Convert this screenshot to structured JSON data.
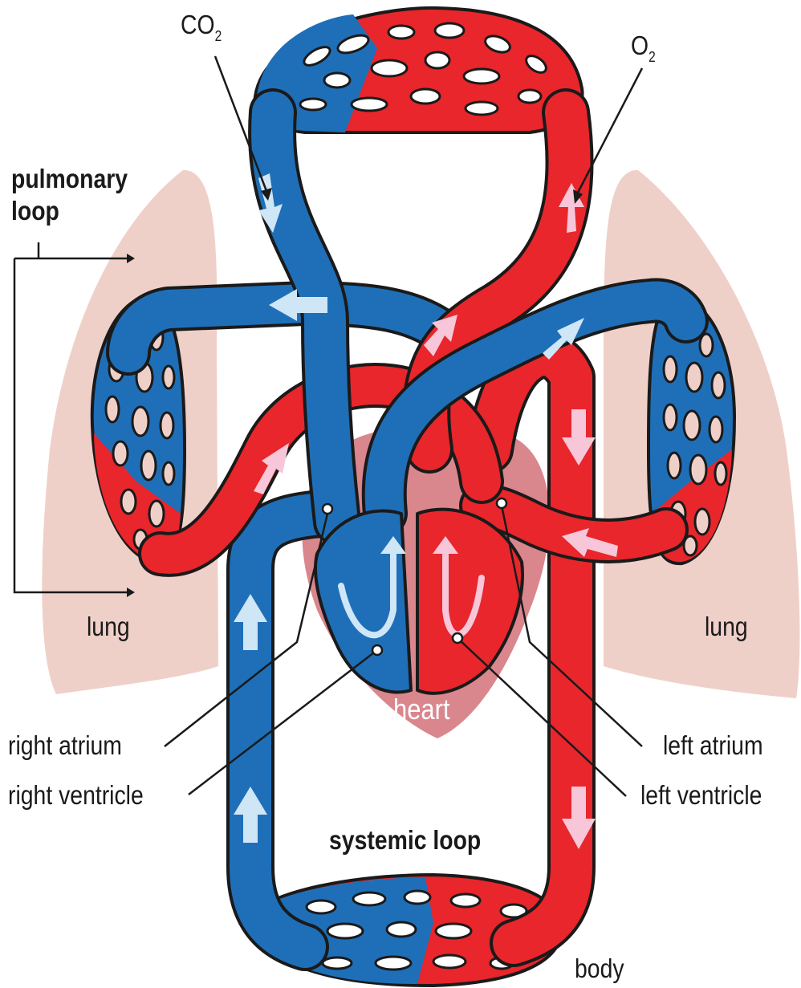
{
  "labels": {
    "co2_main": "CO",
    "co2_sub": "2",
    "o2_main": "O",
    "o2_sub": "2",
    "pulmonary_line1": "pulmonary",
    "pulmonary_line2": "loop",
    "lung_left": "lung",
    "lung_right": "lung",
    "heart": "heart",
    "right_atrium": "right atrium",
    "right_ventricle": "right ventricle",
    "left_atrium": "left atrium",
    "left_ventricle": "left ventricle",
    "systemic_loop": "systemic loop",
    "body": "body"
  },
  "colors": {
    "oxygenated": "#e8262b",
    "deoxygenated": "#1f6fb8",
    "outline": "#1a1a1a",
    "lung": "#efd0c8",
    "heart": "#d9868d",
    "arrow_on_blue": "#cfe6f7",
    "arrow_on_red": "#f7c6d8"
  }
}
